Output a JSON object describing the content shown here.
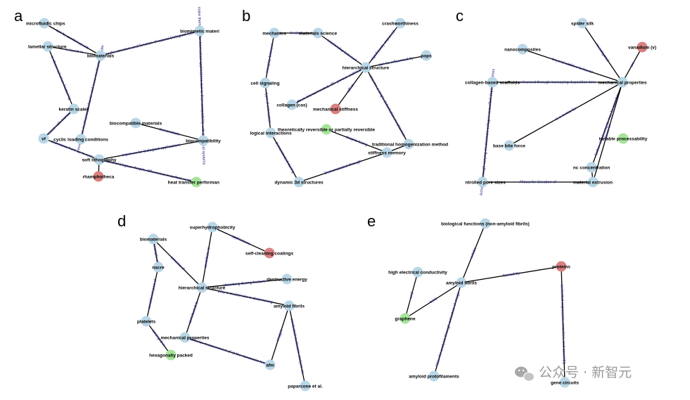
{
  "colors": {
    "node_default": "#b9d6e6",
    "node_red": "#d98080",
    "node_green": "#a6e39a",
    "edge": "#000000",
    "edge_label": "#2a2a8a"
  },
  "watermark": {
    "icon": "wechat-logo-icon",
    "text": "公众号 · 新智元"
  },
  "panels": [
    {
      "id": "a",
      "letter": "a",
      "nodes": [
        {
          "id": "a1",
          "label": "microfluidic chips",
          "color": "default"
        },
        {
          "id": "a2",
          "label": "lamellar structure",
          "color": "default"
        },
        {
          "id": "a3",
          "label": "biomaterials",
          "color": "default"
        },
        {
          "id": "a4",
          "label": "biomimetic materi",
          "color": "default"
        },
        {
          "id": "a5",
          "label": "keratin scales",
          "color": "default"
        },
        {
          "id": "a6",
          "label": "cyclic loading conditions",
          "color": "default"
        },
        {
          "id": "a7",
          "label": "vf",
          "color": "default"
        },
        {
          "id": "a8",
          "label": "biocompatible materials",
          "color": "default"
        },
        {
          "id": "a9",
          "label": "biocompatibility",
          "color": "default"
        },
        {
          "id": "a10",
          "label": "soft lithography",
          "color": "default"
        },
        {
          "id": "a11",
          "label": "rhamphotheca",
          "color": "red"
        },
        {
          "id": "a12",
          "label": "heat transfer performan",
          "color": "green"
        }
      ],
      "edges": [
        {
          "from": "a1",
          "to": "a3",
          "label": "can be combined with"
        },
        {
          "from": "a2",
          "to": "a3",
          "label": "is found in"
        },
        {
          "from": "a3",
          "to": "a4",
          "label": "mimic the structure and function of natural biological systems"
        },
        {
          "from": "a2",
          "to": "a5",
          "label": "is observed when fracturing"
        },
        {
          "from": "a3",
          "to": "a6",
          "label": "investigates mechanical behavior and wear mechanisms under"
        },
        {
          "from": "a4",
          "to": "a9",
          "label": "make them ideal for biomedical applications due to their compatibility with biological systems"
        },
        {
          "from": "a5",
          "to": "a7",
          "label": "increases with increasing"
        },
        {
          "from": "a8",
          "to": "a9",
          "label": "demonstrate"
        },
        {
          "from": "a9",
          "to": "a10",
          "label": "improves for biological applications"
        },
        {
          "from": "a7",
          "to": "a10",
          "label": "decreases from tip to root"
        },
        {
          "from": "a10",
          "to": "a11",
          "label": ""
        },
        {
          "from": "a10",
          "to": "a12",
          "label": "considered analogous despite differences in surface wettability"
        }
      ]
    },
    {
      "id": "b",
      "letter": "b",
      "nodes": [
        {
          "id": "b1",
          "label": "mechanics",
          "color": "default"
        },
        {
          "id": "b2",
          "label": "materials science",
          "color": "default"
        },
        {
          "id": "b3",
          "label": "crashworthiness",
          "color": "default"
        },
        {
          "id": "b4",
          "label": "pops",
          "color": "default"
        },
        {
          "id": "b5",
          "label": "hierarchical structure",
          "color": "default"
        },
        {
          "id": "b6",
          "label": "cell signaling",
          "color": "default"
        },
        {
          "id": "b7",
          "label": "collagen (cas)",
          "color": "default"
        },
        {
          "id": "b8",
          "label": "mechanical stiffness",
          "color": "red"
        },
        {
          "id": "b9",
          "label": "logical interactions",
          "color": "default"
        },
        {
          "id": "b10",
          "label": "theoretically reversible or partially reversible",
          "color": "green"
        },
        {
          "id": "b11",
          "label": "traditional homogenization method",
          "color": "default"
        },
        {
          "id": "b12",
          "label": "stiffness memory",
          "color": "default"
        },
        {
          "id": "b13",
          "label": "dynamic 3d structures",
          "color": "default"
        }
      ],
      "edges": [
        {
          "from": "b1",
          "to": "b2",
          "label": "treated"
        },
        {
          "from": "b2",
          "to": "b5",
          "label": "relationship between"
        },
        {
          "from": "b3",
          "to": "b5",
          "label": "significantly improved"
        },
        {
          "from": "b5",
          "to": "b4",
          "label": "can be influenced by"
        },
        {
          "from": "b7",
          "to": "b5",
          "label": "results in interconnected, 3D, porous architecture"
        },
        {
          "from": "b5",
          "to": "b8",
          "label": "affect"
        },
        {
          "from": "b5",
          "to": "b11",
          "label": "assume a single deformation mechanism"
        },
        {
          "from": "b1",
          "to": "b6",
          "label": "interplay between"
        },
        {
          "from": "b6",
          "to": "b9",
          "label": "type of interaction"
        },
        {
          "from": "b9",
          "to": "b13",
          "label": "demonstrated during"
        },
        {
          "from": "b10",
          "to": "b12",
          "label": "despite being"
        },
        {
          "from": "b11",
          "to": "b12",
          "label": ""
        },
        {
          "from": "b12",
          "to": "b13",
          "label": "Demonstrated through"
        }
      ]
    },
    {
      "id": "c",
      "letter": "c",
      "nodes": [
        {
          "id": "c1",
          "label": "spider silk",
          "color": "default"
        },
        {
          "id": "c2",
          "label": "vanadium (v)",
          "color": "red"
        },
        {
          "id": "c3",
          "label": "nanocomposites",
          "color": "default"
        },
        {
          "id": "c4",
          "label": "mechanical properties",
          "color": "default"
        },
        {
          "id": "c5",
          "label": "collagen-based scaffolds",
          "color": "default"
        },
        {
          "id": "c6",
          "label": "base bite force",
          "color": "default"
        },
        {
          "id": "c7",
          "label": "tunable processability",
          "color": "green"
        },
        {
          "id": "c8",
          "label": "nc concentration",
          "color": "default"
        },
        {
          "id": "c9",
          "label": "ntrolled pore sizes",
          "color": "default"
        },
        {
          "id": "c10",
          "label": "material extrusion",
          "color": "default"
        }
      ],
      "edges": [
        {
          "from": "c1",
          "to": "c4",
          "label": "investigated"
        },
        {
          "from": "c2",
          "to": "c4",
          "label": "are"
        },
        {
          "from": "c3",
          "to": "c4",
          "label": "beyond additive behavior"
        },
        {
          "from": "c5",
          "to": "c4",
          "label": "enhanced through increasing deposition time"
        },
        {
          "from": "c6",
          "to": "c4",
          "label": "is a metric for"
        },
        {
          "from": "c4",
          "to": "c8",
          "label": "further improvements may be possible"
        },
        {
          "from": "c4",
          "to": "c10",
          "label": "allows for"
        },
        {
          "from": "c5",
          "to": "c9",
          "label": "Achieved through varying electrostatic collagen microfibril deposition times"
        },
        {
          "from": "c9",
          "to": "c10",
          "label": "Allows for Creation of"
        },
        {
          "from": "c8",
          "to": "c10",
          "label": ""
        }
      ]
    },
    {
      "id": "d",
      "letter": "d",
      "nodes": [
        {
          "id": "d1",
          "label": "biomaterials",
          "color": "default"
        },
        {
          "id": "d2",
          "label": "superhydrophobicity",
          "color": "default"
        },
        {
          "id": "d3",
          "label": "self-cleaning coatings",
          "color": "red"
        },
        {
          "id": "d4",
          "label": "nacre",
          "color": "default"
        },
        {
          "id": "d5",
          "label": "destructive energy",
          "color": "default"
        },
        {
          "id": "d6",
          "label": "hierarchical structure",
          "color": "default"
        },
        {
          "id": "d7",
          "label": "amyloid fibrils",
          "color": "default"
        },
        {
          "id": "d8",
          "label": "platelets",
          "color": "default"
        },
        {
          "id": "d9",
          "label": "mechanical properties",
          "color": "default"
        },
        {
          "id": "d10",
          "label": "hexagonally packed",
          "color": "green"
        },
        {
          "id": "d11",
          "label": "afm",
          "color": "default"
        },
        {
          "id": "d12",
          "label": "paparcone et al.",
          "color": "default"
        }
      ],
      "edges": [
        {
          "from": "d2",
          "to": "d3",
          "label": "applications"
        },
        {
          "from": "d2",
          "to": "d6",
          "label": "contribute to"
        },
        {
          "from": "d1",
          "to": "d4",
          "label": "example of"
        },
        {
          "from": "d1",
          "to": "d6",
          "label": "consists of"
        },
        {
          "from": "d6",
          "to": "d5",
          "label": "absorbing during fracture"
        },
        {
          "from": "d6",
          "to": "d7",
          "label": "play a crucial role in determining"
        },
        {
          "from": "d4",
          "to": "d8",
          "label": "constituent part of"
        },
        {
          "from": "d6",
          "to": "d9",
          "label": "contributed to"
        },
        {
          "from": "d8",
          "to": "d10",
          "label": "arranged in"
        },
        {
          "from": "d9",
          "to": "d11",
          "label": "allows for measurement of at the nanoscale level"
        },
        {
          "from": "d7",
          "to": "d11",
          "label": "images"
        },
        {
          "from": "d7",
          "to": "d12",
          "label": "conducted multiscale analysis on"
        }
      ]
    },
    {
      "id": "e",
      "letter": "e",
      "nodes": [
        {
          "id": "e1",
          "label": "biological functions (non-amyloid fibrils)",
          "color": "default"
        },
        {
          "id": "e2",
          "label": "high electrical conductivity",
          "color": "default"
        },
        {
          "id": "e3",
          "label": "proteins",
          "color": "red"
        },
        {
          "id": "e4",
          "label": "amyloid fibrils",
          "color": "default"
        },
        {
          "id": "e5",
          "label": "graphene",
          "color": "green"
        },
        {
          "id": "e6",
          "label": "amyloid protofilaments",
          "color": "default"
        },
        {
          "id": "e7",
          "label": "gene circuits",
          "color": "default"
        }
      ],
      "edges": [
        {
          "from": "e4",
          "to": "e1",
          "label": "exhibit"
        },
        {
          "from": "e3",
          "to": "e4",
          "label": "formed by"
        },
        {
          "from": "e2",
          "to": "e5",
          "label": "and"
        },
        {
          "from": "e4",
          "to": "e5",
          "label": "bind"
        },
        {
          "from": "e4",
          "to": "e6",
          "label": "Allow for analysis through extraction of image"
        },
        {
          "from": "e3",
          "to": "e7",
          "label": "controlled expression, secretion, and assembly"
        }
      ]
    }
  ]
}
